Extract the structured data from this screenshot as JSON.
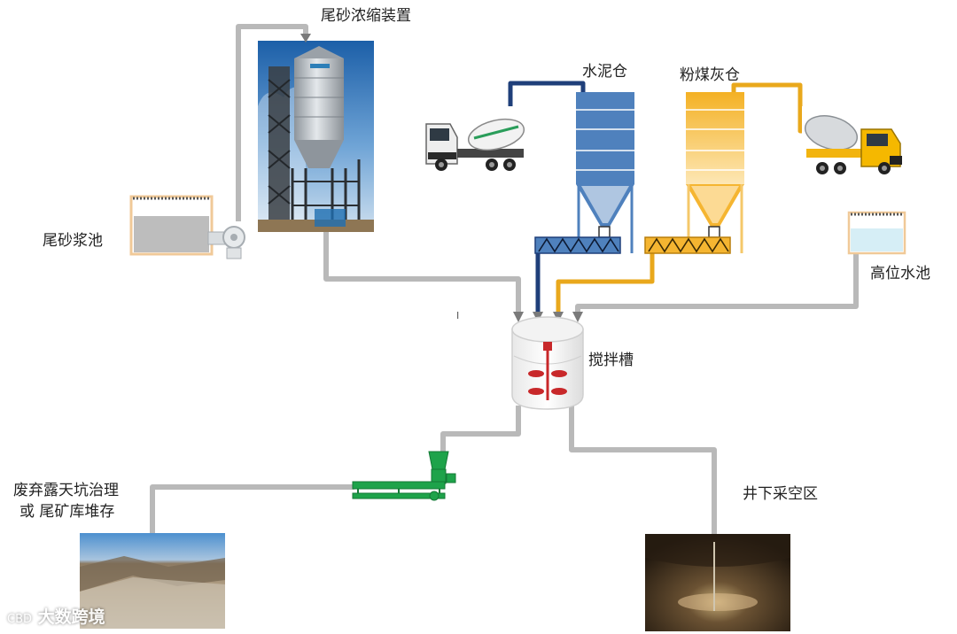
{
  "labels": {
    "thickener": "尾砂浓缩装置",
    "slurry_pool": "尾砂浆池",
    "cement_silo": "水泥仓",
    "flyash_silo": "粉煤灰仓",
    "water_tank": "高位水池",
    "mixer": "搅拌槽",
    "disposal_line1": "废弃露天坑治理",
    "disposal_line2": "或  尾矿库堆存",
    "underground": "井下采空区"
  },
  "watermark": {
    "logo": "CBD",
    "text": "大数跨境"
  },
  "cursor_mark": "I",
  "colors": {
    "pipe_gray": "#b9b9b9",
    "cement_blue": "#4f81bd",
    "cement_pipe": "#1f3f7a",
    "flyash_yellow": "#f5b531",
    "flyash_pipe": "#e9a81c",
    "pump_green": "#1ea34a",
    "mixer_red": "#c8282a",
    "water_light": "#d6eef6"
  },
  "icons": [
    "pump-icon",
    "cement-truck-icon",
    "flyash-truck-icon",
    "mixer-agitator-icon",
    "screw-conveyor-icon",
    "green-pump-icon"
  ]
}
